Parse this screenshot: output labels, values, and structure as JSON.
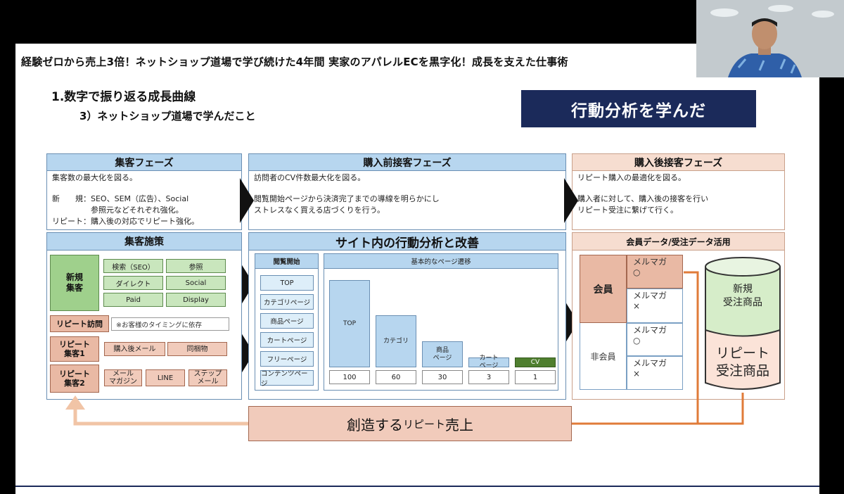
{
  "slide": {
    "title": "経験ゼロから売上3倍！ネットショップ道場で学び続けた4年間 実家のアパレルECを黒字化！成長を支えた仕事術",
    "section_heading": "1.数字で振り返る成長曲線",
    "section_sub": "3）ネットショップ道場で学んだこと",
    "highlight": "行動分析を学んだ"
  },
  "phases": [
    {
      "title": "集客フェーズ",
      "lines": [
        "集客数の最大化を図る。",
        "",
        "新　　規：SEO、SEM（広告）、Social",
        "　　　　　参照元などそれぞれ強化。",
        "リピート：購入後の対応でリピート強化。"
      ]
    },
    {
      "title": "購入前接客フェーズ",
      "lines": [
        "訪問者のCV件数最大化を図る。",
        "",
        "閲覧開始ページから決済完了までの導線を明らかにし",
        "ストレスなく買える店づくりを行う。"
      ]
    },
    {
      "title": "購入後接客フェーズ",
      "lines": [
        "リピート購入の最適化を図る。",
        "",
        "購入者に対して、購入後の接客を行い",
        "リピート受注に繋げて行く。"
      ]
    }
  ],
  "acquisition": {
    "title": "集客施策",
    "new_label": "新規\n集客",
    "new_items": [
      "検索（SEO）",
      "参照",
      "ダイレクト",
      "Social",
      "Paid",
      "Display"
    ],
    "repeat_visit_label": "リピート訪問",
    "repeat_visit_note": "※お客様のタイミングに依存",
    "repeat1_label": "リピート\n集客1",
    "repeat1_items": [
      "購入後メール",
      "同梱物"
    ],
    "repeat2_label": "リピート\n集客2",
    "repeat2_items": [
      "メール\nマガジン",
      "LINE",
      "ステップ\nメール"
    ]
  },
  "behavior": {
    "title": "サイト内の行動分析と改善",
    "entry_header": "閲覧開始",
    "entry_pages": [
      "TOP",
      "カテゴリページ",
      "商品ページ",
      "カートページ",
      "フリーページ",
      "コンテンツページ"
    ],
    "flow_header": "基本的なページ遷移"
  },
  "chart_data": {
    "type": "bar",
    "categories": [
      "TOP",
      "カテゴリ",
      "商品\nページ",
      "カート\nページ",
      "CV"
    ],
    "values": [
      100,
      60,
      30,
      3,
      1
    ],
    "title": "基本的なページ遷移"
  },
  "member": {
    "title": "会員データ/受注データ活用",
    "member_label": "会員",
    "non_member_label": "非会員",
    "cells": [
      "メルマガ\n○",
      "メルマガ\n×",
      "メルマガ\n○",
      "メルマガ\n×"
    ],
    "cylinder_top": "新規\n受注商品",
    "cylinder_bottom": "リピート\n受注商品"
  },
  "footer": {
    "repeat_sales": "創造する",
    "repeat_sales_small": "リピート",
    "repeat_sales_end": "売上"
  },
  "colors": {
    "navy": "#1b2a5a",
    "phase_blue": "#b7d6ef",
    "phase_peach": "#f6ddd0",
    "green": "#9fd08c",
    "salmon": "#e9b9a4",
    "flow_orange": "#e07b39"
  }
}
